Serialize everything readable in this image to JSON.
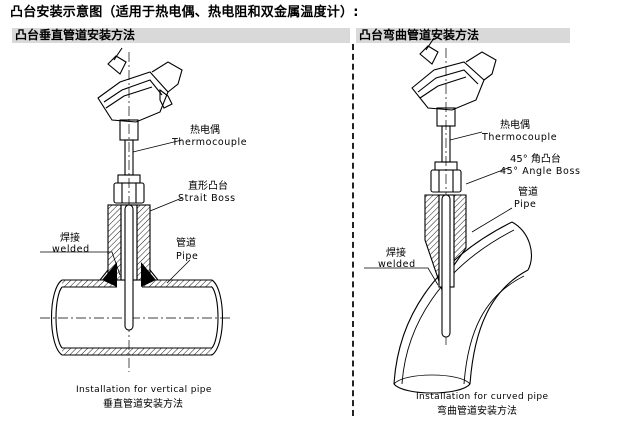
{
  "title": "凸台安装示意图（适用于热电偶、热电阻和双金属温度计）:",
  "sections": {
    "left": {
      "header": "凸台垂直管道安装方法",
      "labels": {
        "thermocouple_cn": "热电偶",
        "thermocouple_en": "Thermocouple",
        "boss_cn": "直形凸台",
        "boss_en": "Strait Boss",
        "pipe_cn": "管道",
        "pipe_en": "Pipe",
        "welded_cn": "焊接",
        "welded_en": "welded"
      },
      "caption_en": "Installation for vertical pipe",
      "caption_cn": "垂直管道安装方法"
    },
    "right": {
      "header": "凸台弯曲管道安装方法",
      "labels": {
        "thermocouple_cn": "热电偶",
        "thermocouple_en": "Thermocouple",
        "boss_cn": "45°  角凸台",
        "boss_en": "45°  Angle Boss",
        "pipe_cn": "管道",
        "pipe_en": "Pipe",
        "welded_cn": "焊接",
        "welded_en": "welded"
      },
      "caption_en": "Installation for curved pipe",
      "caption_cn": "弯曲管道安装方法"
    }
  }
}
